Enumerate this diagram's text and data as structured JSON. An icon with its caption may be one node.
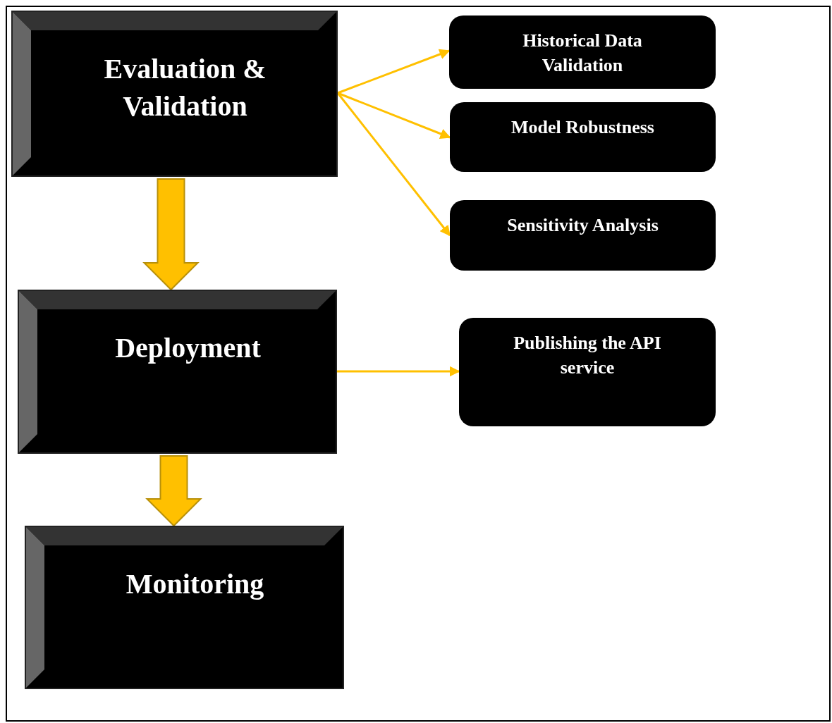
{
  "diagram": {
    "nodes": [
      {
        "text": [
          "Evaluation & Validation"
        ]
      },
      {
        "text": [
          "Historical Data Validation"
        ]
      },
      {
        "text": [
          "Model Robustness"
        ]
      },
      {
        "text": [
          "Sensitivity Analysis"
        ]
      },
      {
        "text": [
          "Deployment"
        ]
      },
      {
        "text": [
          "Publishing the API service"
        ]
      },
      {
        "text": [
          "Monitoring"
        ]
      }
    ],
    "edges": [
      {
        "from": 0,
        "to": 1,
        "arrow": "to"
      },
      {
        "from": 0,
        "to": 2,
        "arrow": "to"
      },
      {
        "from": 0,
        "to": 3,
        "arrow": "to"
      },
      {
        "from": 0,
        "to": 4,
        "arrow": "to",
        "style": "thick"
      },
      {
        "from": 4,
        "to": 5,
        "arrow": "to"
      },
      {
        "from": 4,
        "to": 6,
        "arrow": "to",
        "style": "thick"
      }
    ]
  }
}
